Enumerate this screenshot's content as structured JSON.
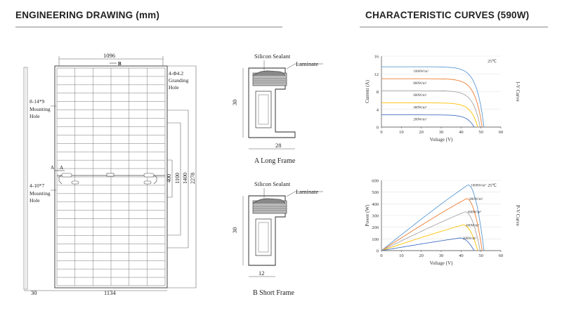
{
  "headers": {
    "drawing_title": "ENGINEERING DRAWING (mm)",
    "curves_title": "CHARACTERISTIC CURVES (590W)"
  },
  "panel": {
    "width_top": "1096",
    "width_bottom": "1134",
    "left_bottom": "30",
    "mark_b1": "B",
    "mark_b2": "B",
    "mark_a1": "A",
    "mark_a2": "A",
    "ground_hole_line1": "4-Φ4.2",
    "ground_hole_line2": "Granding",
    "ground_hole_line3": "Hole",
    "mount_top_line1": "8-14*9",
    "mount_top_line2": "Mounting",
    "mount_top_line3": "Hole",
    "mount_bottom_line1": "4-10*7",
    "mount_bottom_line2": "Mounting",
    "mount_bottom_line3": "Hole",
    "dim_400": "400",
    "dim_1100": "1100",
    "dim_1400": "1400",
    "dim_2278": "2278"
  },
  "frames": {
    "long": {
      "sealant": "Silicon Sealant",
      "laminate": "Laminate",
      "height": "30",
      "width": "28",
      "caption": "A Long Frame"
    },
    "short": {
      "sealant": "Silicon Sealant",
      "laminate": "Laminate",
      "height": "30",
      "width": "12",
      "caption": "B Short Frame"
    }
  },
  "colors": {
    "c1000": "#5b9bd5",
    "c800": "#ed7d31",
    "c600": "#a5a5a5",
    "c400": "#ffc000",
    "c200": "#4472c4"
  },
  "chart_data": [
    {
      "type": "line",
      "title": "",
      "side_label": "I-V Curve",
      "temp_label": "25℃",
      "xlabel": "Voltage (V)",
      "ylabel": "Current (A)",
      "xlim": [
        0,
        60
      ],
      "ylim": [
        0,
        16
      ],
      "xticks": [
        0,
        10,
        20,
        30,
        40,
        50,
        60
      ],
      "yticks": [
        0,
        4,
        8,
        12,
        16
      ],
      "series": [
        {
          "name": "1000W/m²",
          "isc": 13.6,
          "voc": 51.5
        },
        {
          "name": "800W/m²",
          "isc": 10.9,
          "voc": 50.6
        },
        {
          "name": "600W/m²",
          "isc": 8.2,
          "voc": 49.6
        },
        {
          "name": "400W/m²",
          "isc": 5.45,
          "voc": 48.4
        },
        {
          "name": "200W/m²",
          "isc": 2.75,
          "voc": 46.5
        }
      ]
    },
    {
      "type": "line",
      "title": "",
      "side_label": "P-V Curve",
      "temp_label": "25℃",
      "xlabel": "Voltage (V)",
      "ylabel": "Power (W)",
      "xlim": [
        0,
        60
      ],
      "ylim": [
        0,
        600
      ],
      "xticks": [
        0,
        10,
        20,
        30,
        40,
        50,
        60
      ],
      "yticks": [
        0,
        100,
        200,
        300,
        400,
        500,
        600
      ],
      "series": [
        {
          "name": "1000W/m²",
          "vmp": 43.5,
          "pmp": 562,
          "voc": 51.5
        },
        {
          "name": "800W/m²",
          "vmp": 42.8,
          "pmp": 445,
          "voc": 50.6
        },
        {
          "name": "600W/m²",
          "vmp": 42.0,
          "pmp": 332,
          "voc": 49.6
        },
        {
          "name": "400W/m²",
          "vmp": 41.0,
          "pmp": 220,
          "voc": 48.4
        },
        {
          "name": "200W/m²",
          "vmp": 39.5,
          "pmp": 108,
          "voc": 46.5
        }
      ]
    }
  ]
}
